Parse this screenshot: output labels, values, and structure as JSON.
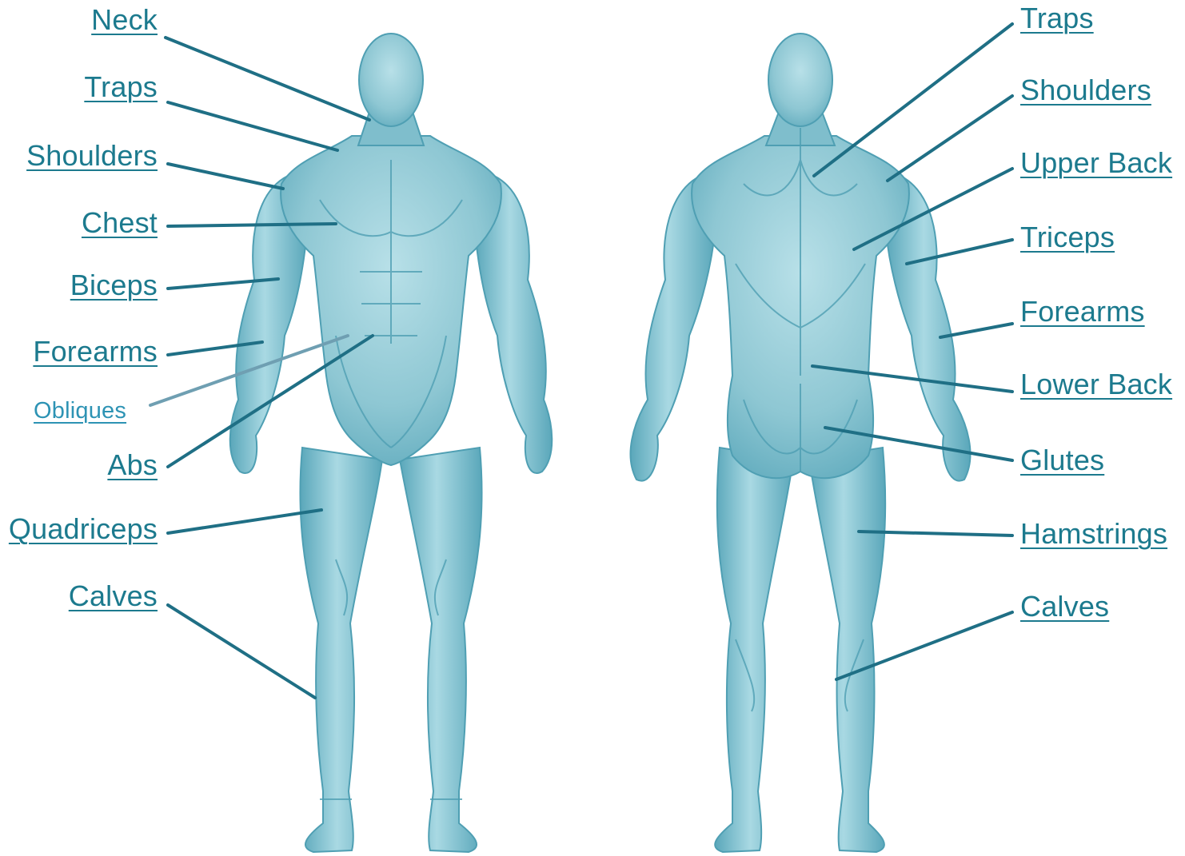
{
  "colors": {
    "body_fill": "#8ec7d3",
    "body_shadow": "#4f9fb3",
    "body_highlight": "#d6eef3",
    "leader_line": "#1f6f85",
    "leader_line_alt": "#6f9fb2",
    "label_text": "#1c7a8e",
    "label_text_alt": "#2d93b4"
  },
  "front_view": {
    "labels": [
      "Neck",
      "Traps",
      "Shoulders",
      "Chest",
      "Biceps",
      "Forearms",
      "Obliques",
      "Abs",
      "Quadriceps",
      "Calves"
    ]
  },
  "back_view": {
    "labels": [
      "Traps",
      "Shoulders",
      "Upper Back",
      "Triceps",
      "Forearms",
      "Lower Back",
      "Glutes",
      "Hamstrings",
      "Calves"
    ]
  }
}
